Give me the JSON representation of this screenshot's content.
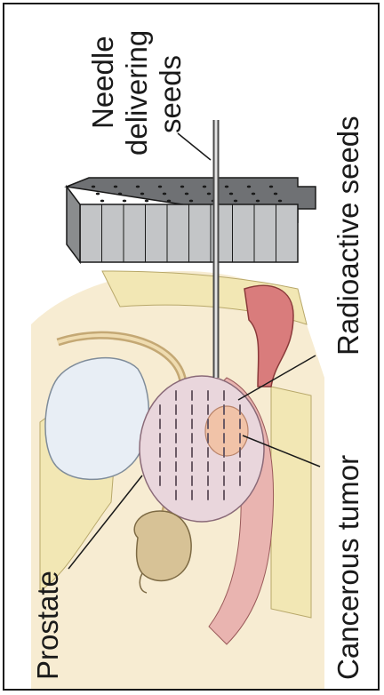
{
  "labels": {
    "needle_line1": "Needle",
    "needle_line2": "delivering",
    "needle_line3": "seeds",
    "radioactive_seeds": "Radioactive seeds",
    "cancerous_tumor": "Cancerous tumor",
    "prostate": "Prostate"
  },
  "colors": {
    "frame": "#1a1a1a",
    "template_grid": "#8a8c8e",
    "prostate": "#e9d6dc",
    "tumor": "#f1c3a8",
    "bladder": "#d7c296",
    "fat_tissue": "#f2e7b4",
    "rectum": "#d97c7c",
    "bone": "#e8eef5"
  },
  "icons": [
    "needle-icon",
    "seed-icon",
    "template-grid-icon"
  ]
}
